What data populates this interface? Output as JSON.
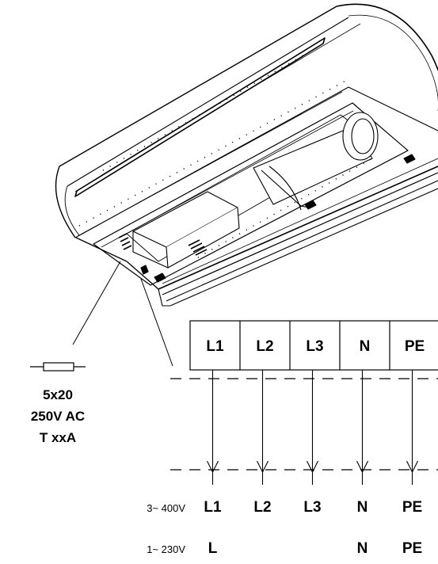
{
  "terminal_block": {
    "terminals": [
      "L1",
      "L2",
      "L3",
      "N",
      "PE"
    ]
  },
  "fuse": {
    "lines": [
      "5x20",
      "250V AC",
      "T xxA"
    ]
  },
  "supply_options": [
    {
      "voltage": "3~ 400V",
      "terminals": [
        "L1",
        "L2",
        "L3",
        "N",
        "PE"
      ]
    },
    {
      "voltage": "1~ 230V",
      "terminals": [
        "L",
        "",
        "",
        "N",
        "PE"
      ]
    }
  ]
}
